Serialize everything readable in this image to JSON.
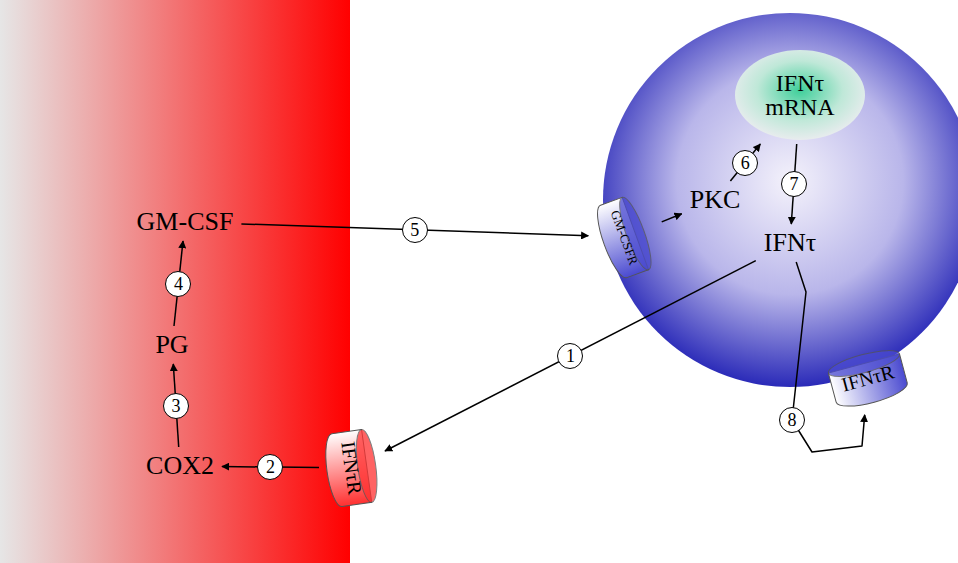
{
  "diagram": {
    "nodes": [
      {
        "text": [
          "GM-CSF"
        ]
      },
      {
        "text": [
          "PG"
        ]
      },
      {
        "text": [
          "COX2"
        ]
      },
      {
        "text": [
          "IFNτR"
        ]
      },
      {
        "text": [
          "GM-CSFR"
        ]
      },
      {
        "text": [
          "PKC"
        ]
      },
      {
        "text": [
          "IFNτ mRNA"
        ]
      },
      {
        "text": [
          "IFNτ"
        ]
      },
      {
        "text": [
          "IFNτR"
        ]
      }
    ],
    "edges": [
      {
        "from": 7,
        "to": 3,
        "label": "1",
        "arrow": "to"
      },
      {
        "from": 3,
        "to": 2,
        "label": "2",
        "arrow": "to"
      },
      {
        "from": 2,
        "to": 1,
        "label": "3",
        "arrow": "to"
      },
      {
        "from": 1,
        "to": 0,
        "label": "4",
        "arrow": "to"
      },
      {
        "from": 0,
        "to": 4,
        "label": "5",
        "arrow": "to"
      },
      {
        "from": 4,
        "to": 5,
        "arrow": "to"
      },
      {
        "from": 5,
        "to": 6,
        "label": "6",
        "arrow": "to"
      },
      {
        "from": 6,
        "to": 7,
        "label": "7",
        "arrow": "to"
      },
      {
        "from": 7,
        "to": 8,
        "label": "8",
        "arrow": "to"
      }
    ]
  }
}
